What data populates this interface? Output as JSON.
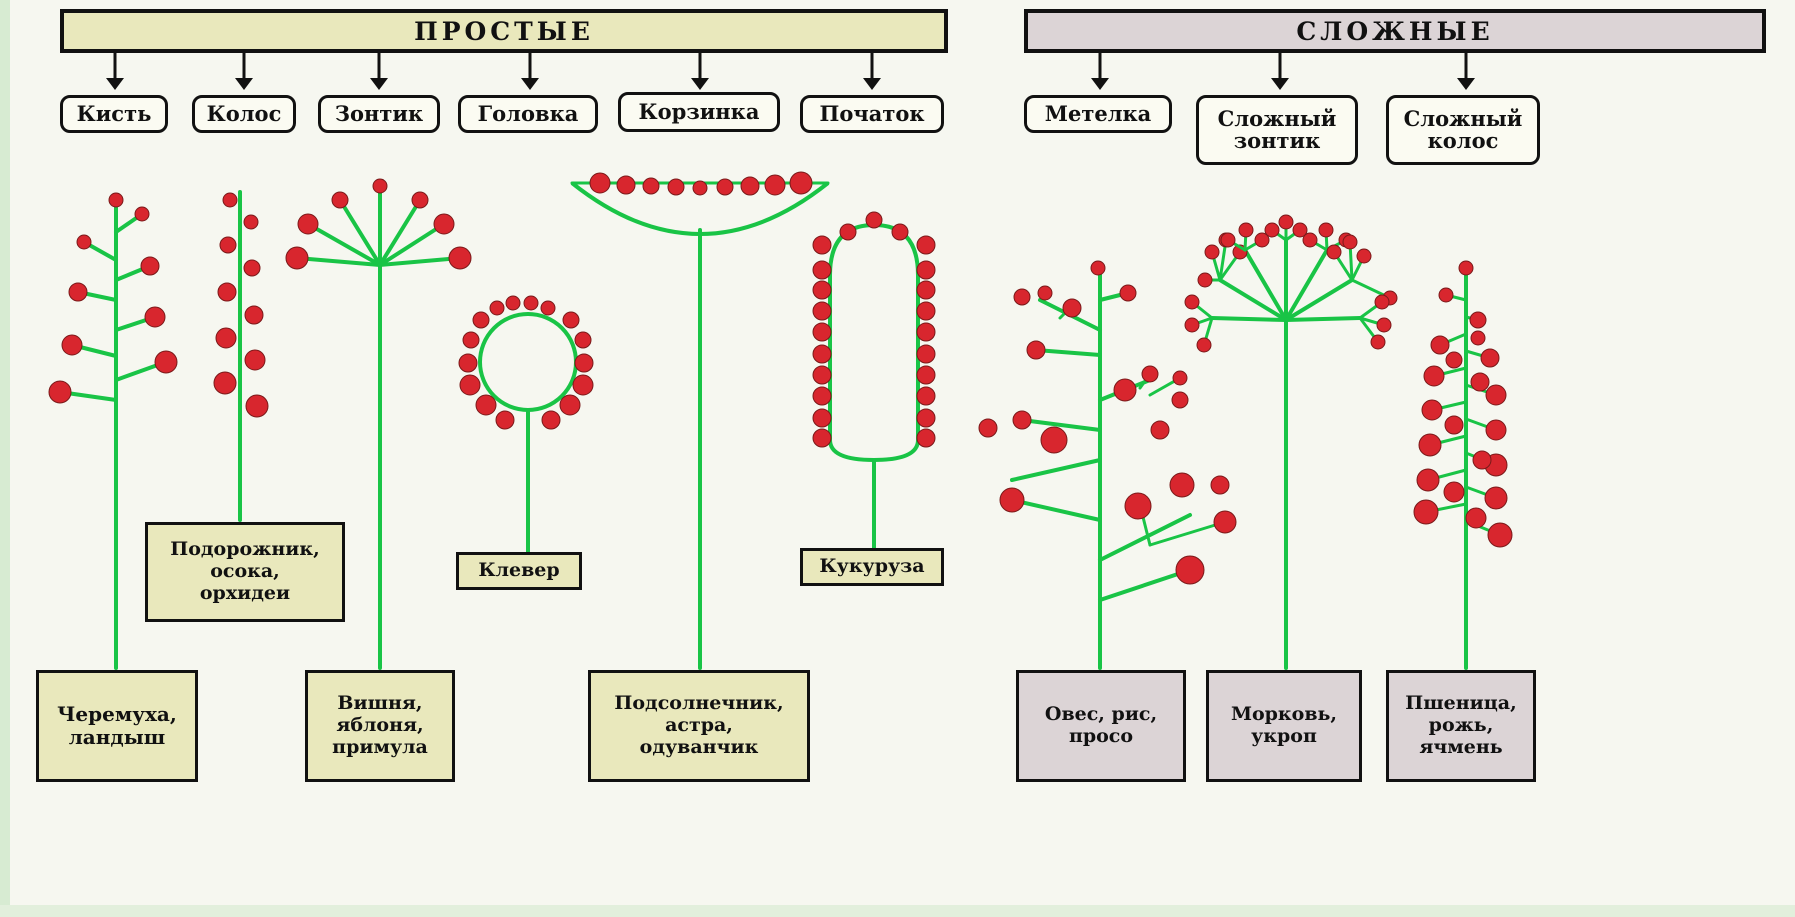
{
  "groups": {
    "simple": {
      "title": "ПРОСТЫЕ",
      "types": [
        "Кисть",
        "Колос",
        "Зонтик",
        "Головка",
        "Корзинка",
        "Початок"
      ],
      "examples": {
        "raceme": "Черемуха,\nландыш",
        "spike": "Подорожник,\nосока,\nорхидеи",
        "umbel": "Вишня,\nяблоня,\nпримула",
        "head": "Клевер",
        "capitulum": "Подсолнечник,\nастра,\nодуванчик",
        "spadix": "Кукуруза"
      }
    },
    "complex": {
      "title": "СЛОЖНЫЕ",
      "types": [
        "Метелка",
        "Сложный\nзонтик",
        "Сложный\nколос"
      ],
      "examples": {
        "panicle": "Овес, рис,\nпросо",
        "compound_umbel": "Морковь,\nукроп",
        "compound_spike": "Пшеница,\nрожь,\nячмень"
      }
    }
  },
  "colors": {
    "stem": "#19c446",
    "flower": "#d8262e",
    "simple_fill": "#e9e8bc",
    "complex_fill": "#dcd4d6"
  }
}
